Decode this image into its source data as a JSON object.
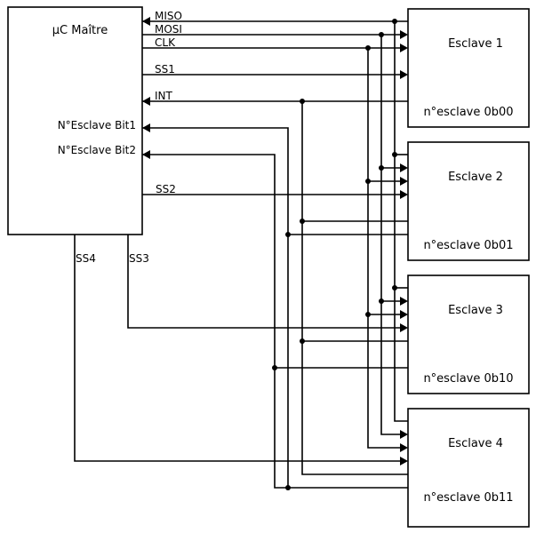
{
  "master": {
    "title": "µC Maître",
    "pins": {
      "miso": "MISO",
      "mosi": "MOSI",
      "clk": "CLK",
      "ss1": "SS1",
      "int": "INT",
      "bit1": "N°Esclave Bit1",
      "bit2": "N°Esclave Bit2",
      "ss2": "SS2",
      "ss3": "SS3",
      "ss4": "SS4"
    }
  },
  "slaves": [
    {
      "title": "Esclave 1",
      "address": "n°esclave 0b00"
    },
    {
      "title": "Esclave 2",
      "address": "n°esclave 0b01"
    },
    {
      "title": "Esclave 3",
      "address": "n°esclave 0b10"
    },
    {
      "title": "Esclave 4",
      "address": "n°esclave 0b11"
    }
  ],
  "connections": [
    {
      "signal": "MISO",
      "direction": "slaves-to-master",
      "slaves": [
        1,
        2,
        3,
        4
      ]
    },
    {
      "signal": "MOSI",
      "direction": "master-to-slaves",
      "slaves": [
        1,
        2,
        3,
        4
      ]
    },
    {
      "signal": "CLK",
      "direction": "master-to-slaves",
      "slaves": [
        1,
        2,
        3,
        4
      ]
    },
    {
      "signal": "SS1",
      "direction": "master-to-slave",
      "slaves": [
        1
      ]
    },
    {
      "signal": "SS2",
      "direction": "master-to-slave",
      "slaves": [
        2
      ]
    },
    {
      "signal": "SS3",
      "direction": "master-to-slave",
      "slaves": [
        3
      ]
    },
    {
      "signal": "SS4",
      "direction": "master-to-slave",
      "slaves": [
        4
      ]
    },
    {
      "signal": "INT",
      "direction": "slaves-to-master",
      "slaves": [
        1,
        2,
        3,
        4
      ]
    },
    {
      "signal": "N°Esclave Bit1",
      "direction": "slaves-to-master",
      "slaves": [
        2,
        4
      ]
    },
    {
      "signal": "N°Esclave Bit2",
      "direction": "slaves-to-master",
      "slaves": [
        3,
        4
      ]
    }
  ]
}
